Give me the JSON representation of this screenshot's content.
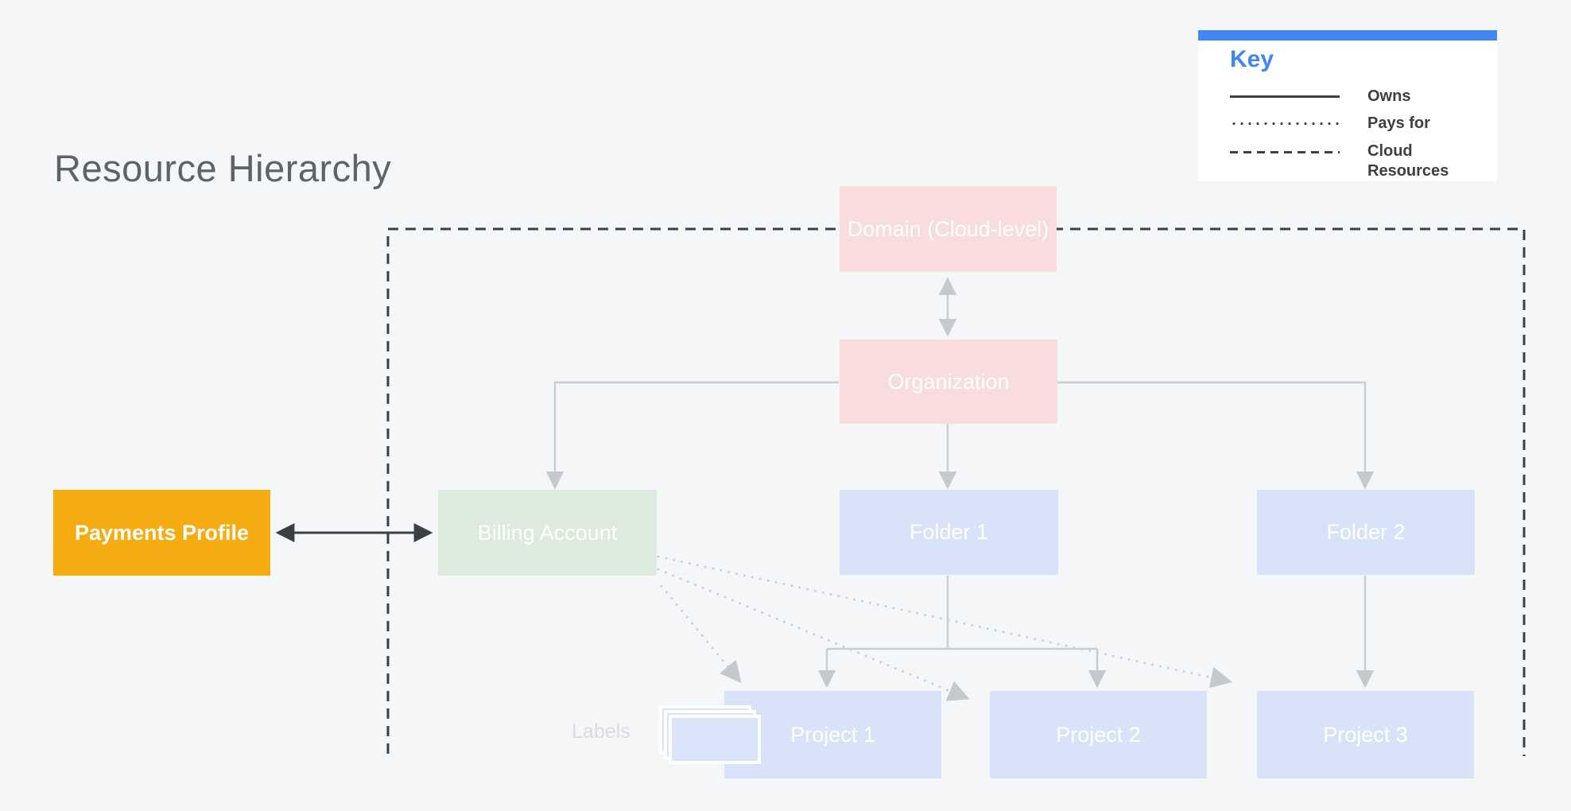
{
  "title": "Resource Hierarchy",
  "legend": {
    "heading": "Key",
    "items": [
      {
        "line_style": "solid",
        "label": "Owns"
      },
      {
        "line_style": "dotted",
        "label": "Pays for"
      },
      {
        "line_style": "dashed",
        "label": "Cloud Resources"
      }
    ]
  },
  "nodes": {
    "domain": {
      "label": "Domain (Cloud-level)",
      "color": "#f9dddd"
    },
    "organization": {
      "label": "Organization",
      "color": "#f9dddd"
    },
    "billing_account": {
      "label": "Billing Account",
      "color": "#ddebde"
    },
    "payments_profile": {
      "label": "Payments Profile",
      "color": "#f5ac10"
    },
    "folder_1": {
      "label": "Folder 1",
      "color": "#d8e2f8"
    },
    "folder_2": {
      "label": "Folder 2",
      "color": "#d8e2f8"
    },
    "project_1": {
      "label": "Project 1",
      "color": "#d8e2f8"
    },
    "project_2": {
      "label": "Project 2",
      "color": "#d8e2f8"
    },
    "project_3": {
      "label": "Project 3",
      "color": "#d8e2f8"
    }
  },
  "labels_caption": "Labels",
  "colors": {
    "background": "#f4f6f8",
    "accent_blue": "#4285f4",
    "dark_line": "#3c4043",
    "light_line": "#c9cdd1",
    "title_text": "#5f6368",
    "node_text": "#ffffff"
  }
}
